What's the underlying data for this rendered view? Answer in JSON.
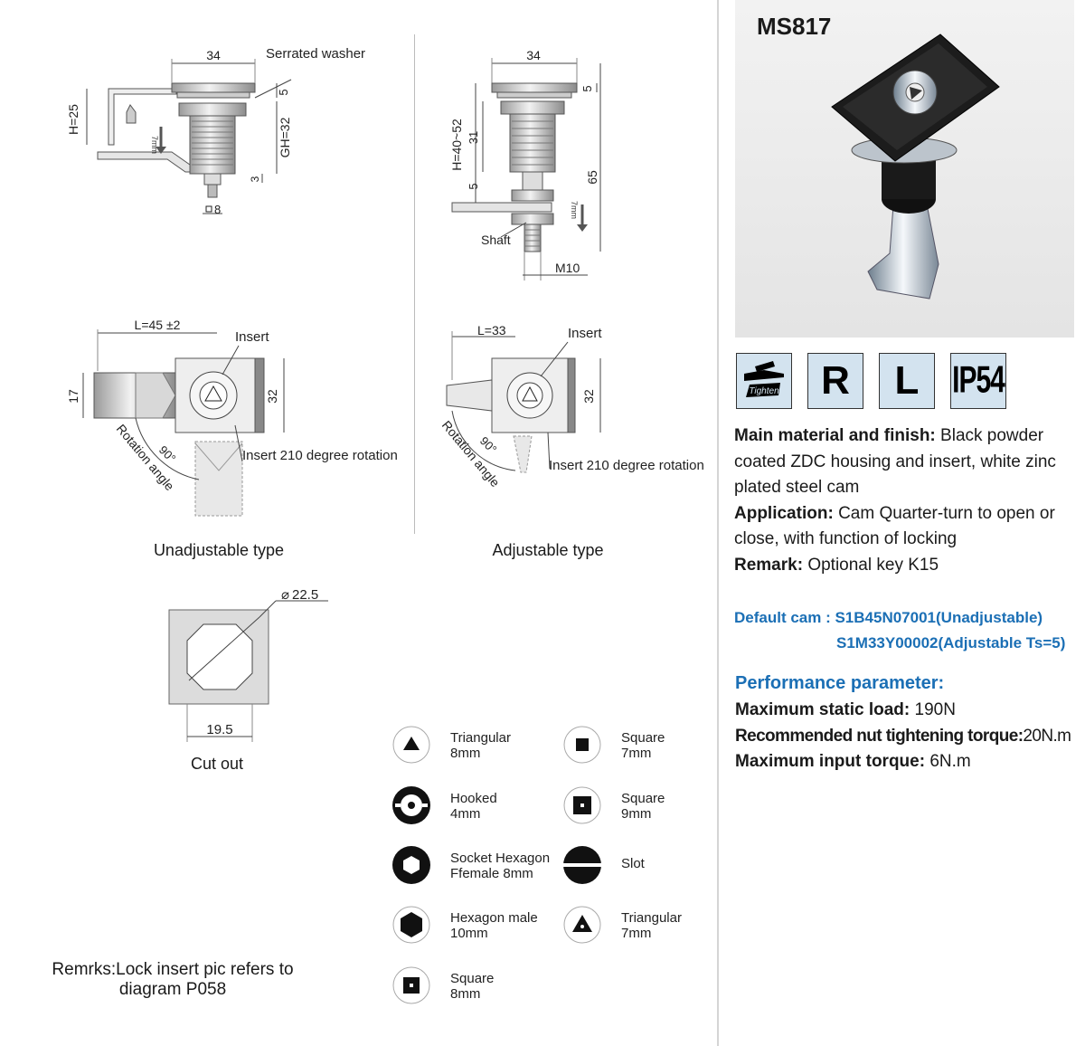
{
  "product": {
    "model": "MS817"
  },
  "drawings": {
    "unadjustable": {
      "caption": "Unadjustable type",
      "dims": {
        "width": "34",
        "washer": "Serrated washer",
        "h5": "5",
        "h": "H=25",
        "gh": "GH=32",
        "d3": "3",
        "sq8": "8",
        "stroke": "7mm"
      },
      "top": {
        "length": "L=45 ±2",
        "insert": "Insert",
        "d17": "17",
        "d32": "32",
        "angle": "90°",
        "rotation": "Rotation angle",
        "insert_rotation": "Insert 210 degree rotation"
      }
    },
    "adjustable": {
      "caption": "Adjustable type",
      "dims": {
        "width": "34",
        "h5": "5",
        "h": "H=40~52",
        "d31": "31",
        "d5": "5",
        "d65": "65",
        "stroke": "7mm",
        "shaft": "Shaft",
        "thread": "M10"
      },
      "top": {
        "length": "L=33",
        "insert": "Insert",
        "d32": "32",
        "angle": "90°",
        "rotation": "Rotation angle",
        "insert_rotation": "Insert 210 degree rotation"
      }
    },
    "cutout": {
      "caption": "Cut out",
      "diameter": "22.5",
      "width": "19.5"
    }
  },
  "badges": {
    "r": "R",
    "l": "L",
    "ip": "IP54",
    "tighten": "Tighten"
  },
  "specs": {
    "material_label": "Main material and finish:",
    "material_value": "Black powder coated ZDC housing and insert, white zinc plated steel cam",
    "application_label": "Application:",
    "application_value": "Cam Quarter-turn to open or close, with function of locking",
    "remark_label": "Remark:",
    "remark_value": "Optional key K15"
  },
  "default_cam": {
    "label": "Default cam : S1B45N07001(Unadjustable)",
    "line2": "S1M33Y00002(Adjustable Ts=5)"
  },
  "performance": {
    "title": "Performance parameter:",
    "rows": [
      {
        "label": "Maximum static load:",
        "value": "190N"
      },
      {
        "label": "Recommended nut tightening torque:",
        "value": "20N.m"
      },
      {
        "label": "Maximum input torque:",
        "value": "6N.m"
      }
    ]
  },
  "inserts": [
    {
      "icon": "triangular-insert-icon",
      "line1": "Triangular",
      "line2": "8mm"
    },
    {
      "icon": "square-insert-icon",
      "line1": "Square",
      "line2": "7mm"
    },
    {
      "icon": "hooked-insert-icon",
      "line1": "Hooked",
      "line2": "4mm"
    },
    {
      "icon": "square-insert-icon",
      "line1": "Square",
      "line2": "9mm"
    },
    {
      "icon": "socket-hexagon-insert-icon",
      "line1": "Socket Hexagon",
      "line2": "Ffemale 8mm"
    },
    {
      "icon": "slot-insert-icon",
      "line1": "Slot",
      "line2": ""
    },
    {
      "icon": "hexagon-male-insert-icon",
      "line1": "Hexagon male",
      "line2": "10mm"
    },
    {
      "icon": "triangular-insert-icon",
      "line1": "Triangular",
      "line2": "7mm"
    },
    {
      "icon": "square-insert-icon",
      "line1": "Square",
      "line2": "8mm"
    }
  ],
  "remarks": {
    "line1": "Remrks:Lock insert pic refers to",
    "line2": "diagram P058"
  }
}
